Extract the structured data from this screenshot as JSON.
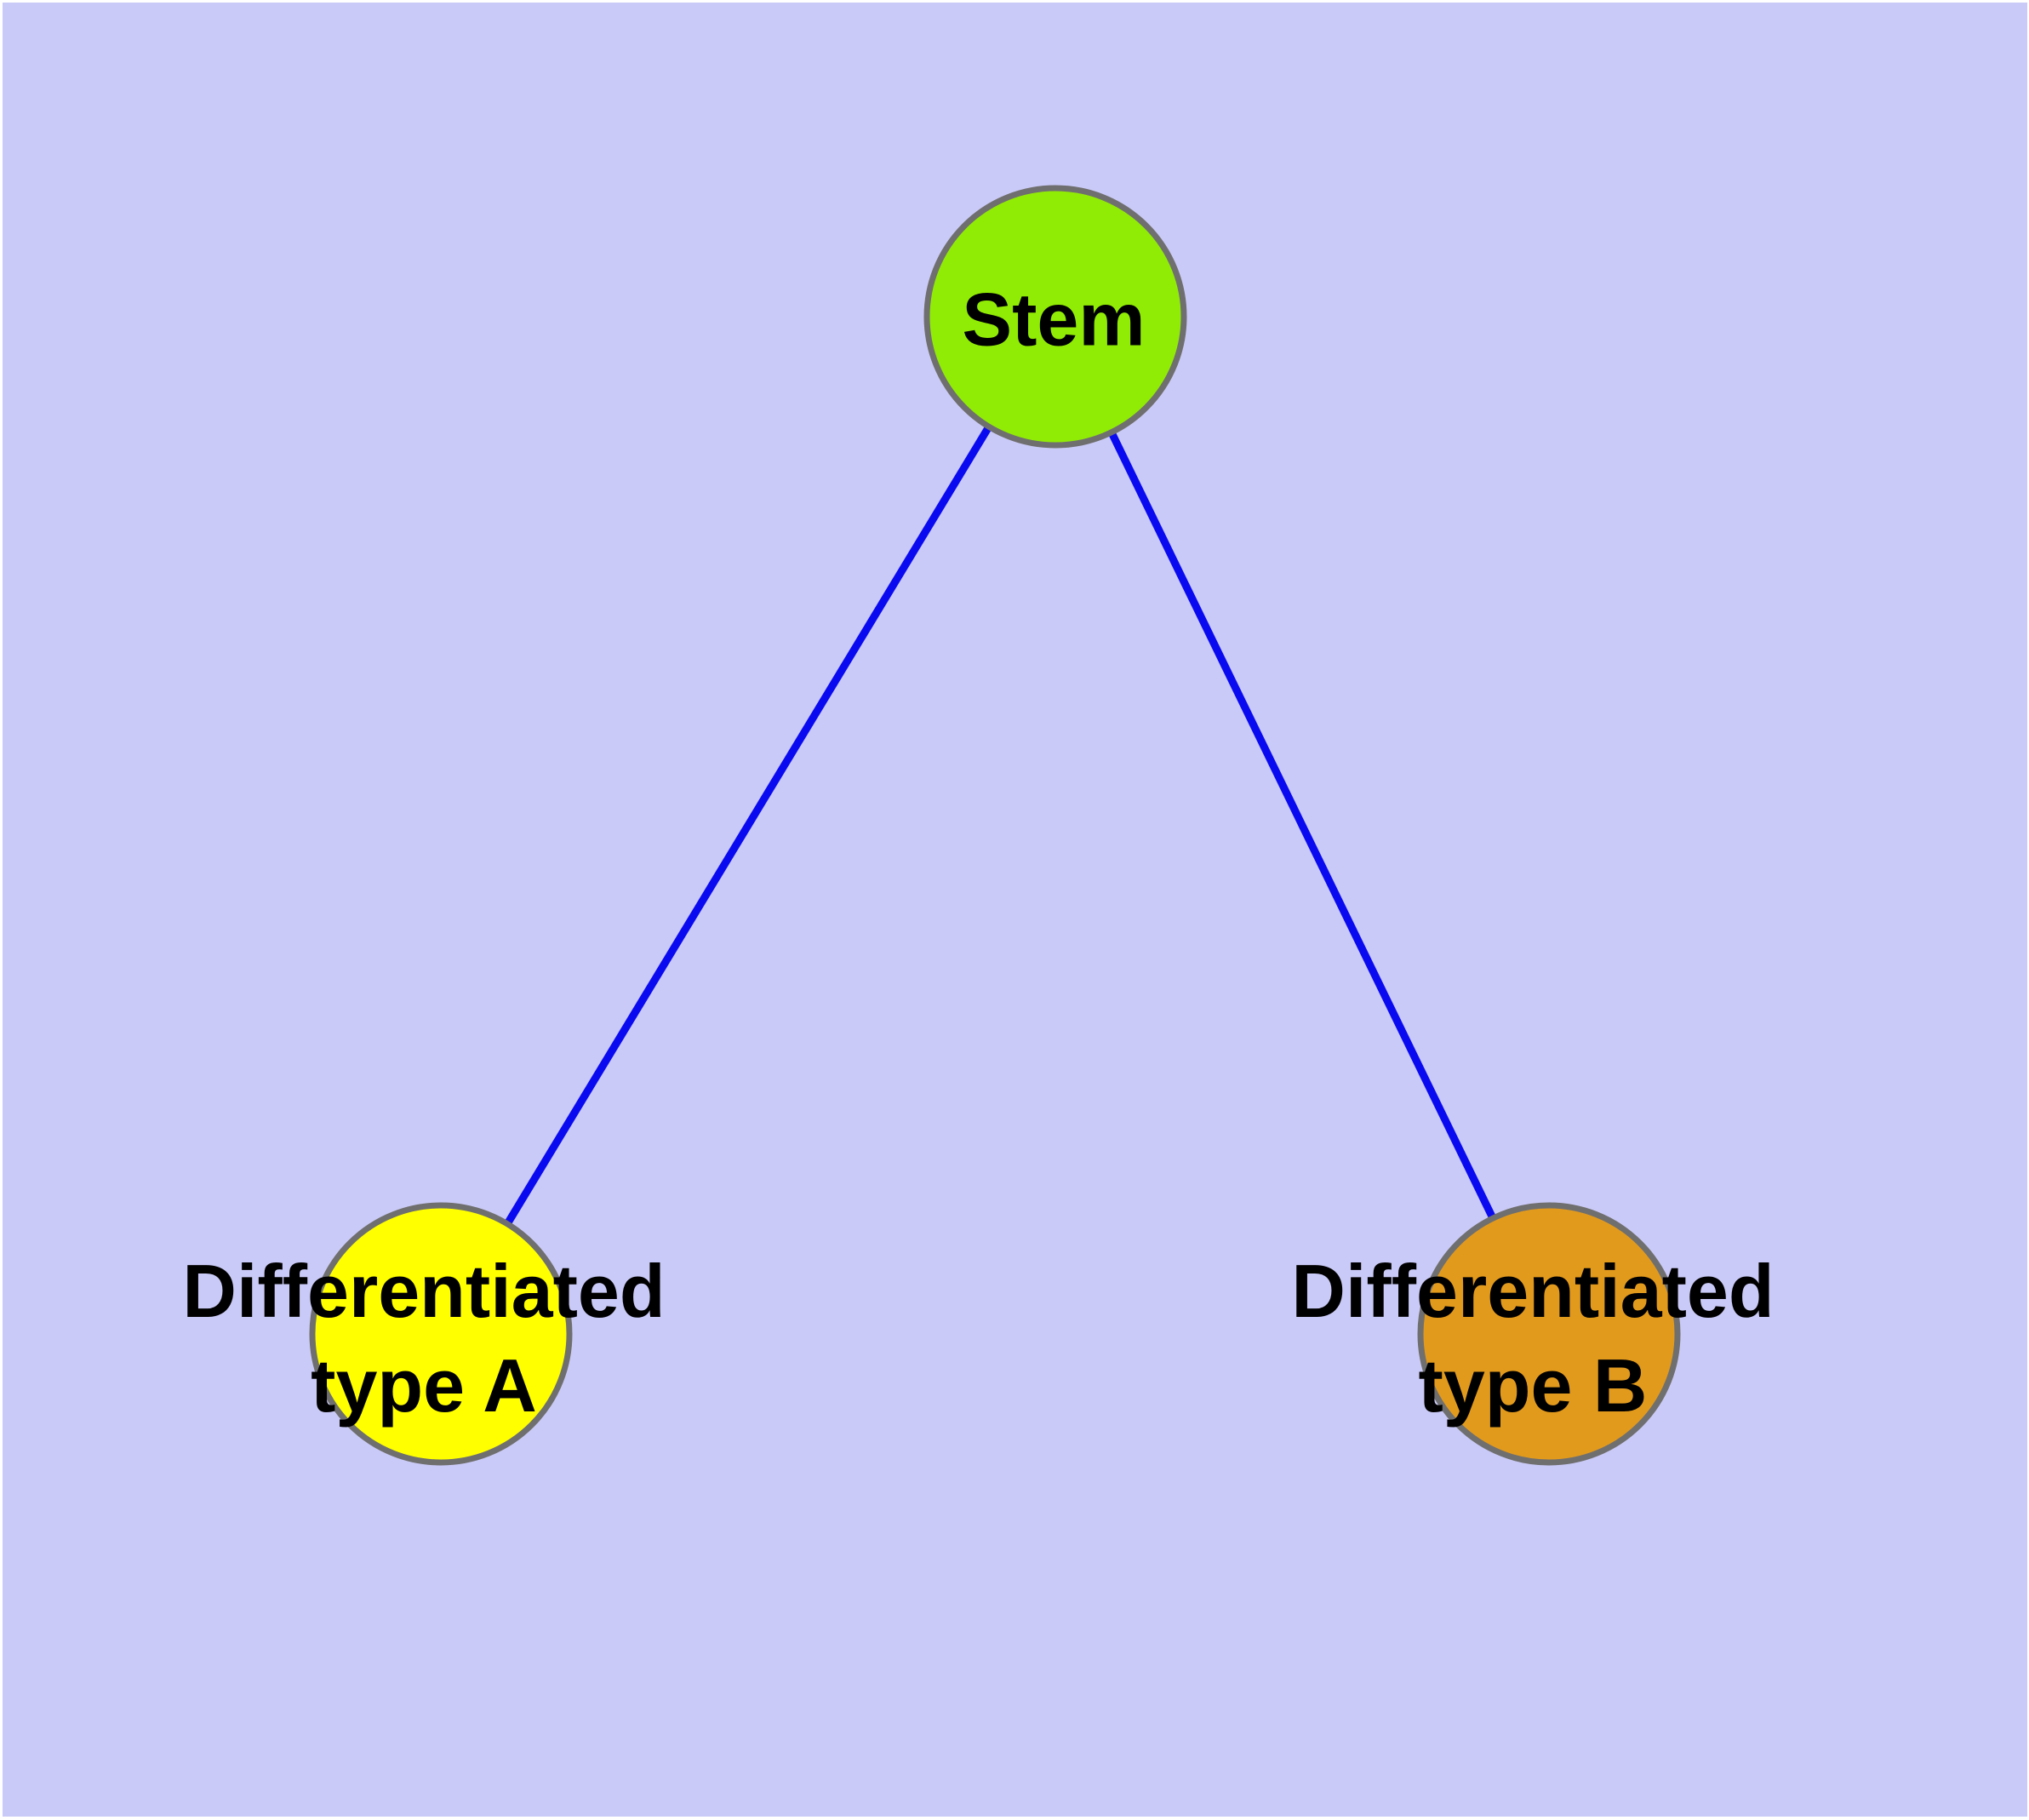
{
  "diagram": {
    "background_color": "#cacaf8",
    "margin_color": "#ffffff",
    "edge_color": "#0a0af0",
    "node_border_color": "#6f6f6f",
    "label_color": "#000000",
    "nodes": [
      {
        "id": "stem",
        "label": "Stem",
        "fill": "#91ec05"
      },
      {
        "id": "differentiated-type-a",
        "label_line1": "Differentiated",
        "label_line2": "type A",
        "fill": "#ffff00"
      },
      {
        "id": "differentiated-type-b",
        "label_line1": "Differentiated",
        "label_line2": "type B",
        "fill": "#e29a1d"
      }
    ],
    "edges": [
      {
        "from": "Stem",
        "to": "Differentiated type A"
      },
      {
        "from": "Stem",
        "to": "Differentiated type B"
      }
    ]
  }
}
